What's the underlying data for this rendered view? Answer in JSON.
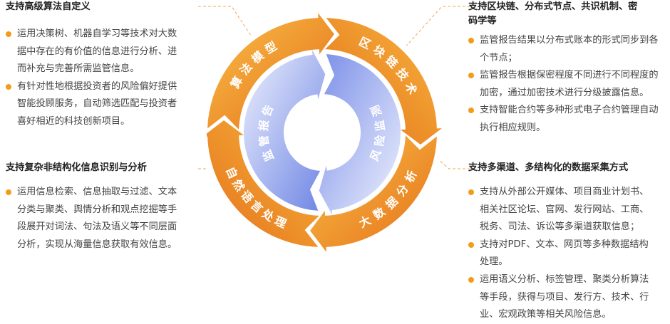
{
  "cycle": {
    "outer": [
      "算法模型",
      "区块链技术",
      "大数据分析",
      "自然语言处理"
    ],
    "inner": [
      "风险监测",
      "监管报告"
    ]
  },
  "panels": {
    "top_left": {
      "title": "支持高级算法自定义",
      "items": [
        [
          "运用决策树、机器自学习等技术对大数",
          "据中存在的有价值的信息进行分析、进",
          "而补充与完善所需监管信息。"
        ],
        [
          "有针对性地根据投资者的风险偏好提供",
          "智能投顾服务，自动筛选匹配与投资者",
          "喜好相近的科技创新项目。"
        ]
      ]
    },
    "bottom_left": {
      "title": "支持复杂非结构化信息识别与分析",
      "items": [
        [
          "运用信息检索、信息抽取与过滤、文本",
          "分类与聚类、舆情分析和观点挖掘等手",
          "段展开对词法、句法及语义等不同层面",
          "分析，实现从海量信息获取有效信息。"
        ]
      ]
    },
    "top_right": {
      "title": [
        "支持区块链、分布式节点、共识机制、密",
        "码学等"
      ],
      "items": [
        [
          "监管报告结果以分布式账本的形式同步到各",
          "个节点；"
        ],
        [
          "监管报告根据保密程度不同进行不同程度的",
          "加密，通过加密技术进行分级披露信息。"
        ],
        [
          "支持智能合约等多种形式电子合约管理自动",
          "执行相应规则。"
        ]
      ]
    },
    "bottom_right": {
      "title": "支持多渠道、多结构化的数据采集方式",
      "items": [
        [
          "支持从外部公开媒体、项目商业计划书、",
          "相关社区论坛、官网、发行网站、工商、",
          "税务、司法、诉讼等多渠道获取信息；"
        ],
        [
          "支持对PDF、文本、网页等多种数据结构",
          "处理。"
        ],
        [
          "运用语义分析、标签管理、聚类分析算法",
          "等手段，获得与项目、发行方、技术、行",
          "业、宏观政策等相关风险信息。"
        ]
      ]
    }
  },
  "colors": {
    "orange_light": "#f7b43a",
    "orange_dark": "#e8761a",
    "blue_light": "#dfe5fb",
    "blue_dark": "#6f86e6",
    "bullet": "#f39b1a",
    "connector": "#f3a45a"
  }
}
